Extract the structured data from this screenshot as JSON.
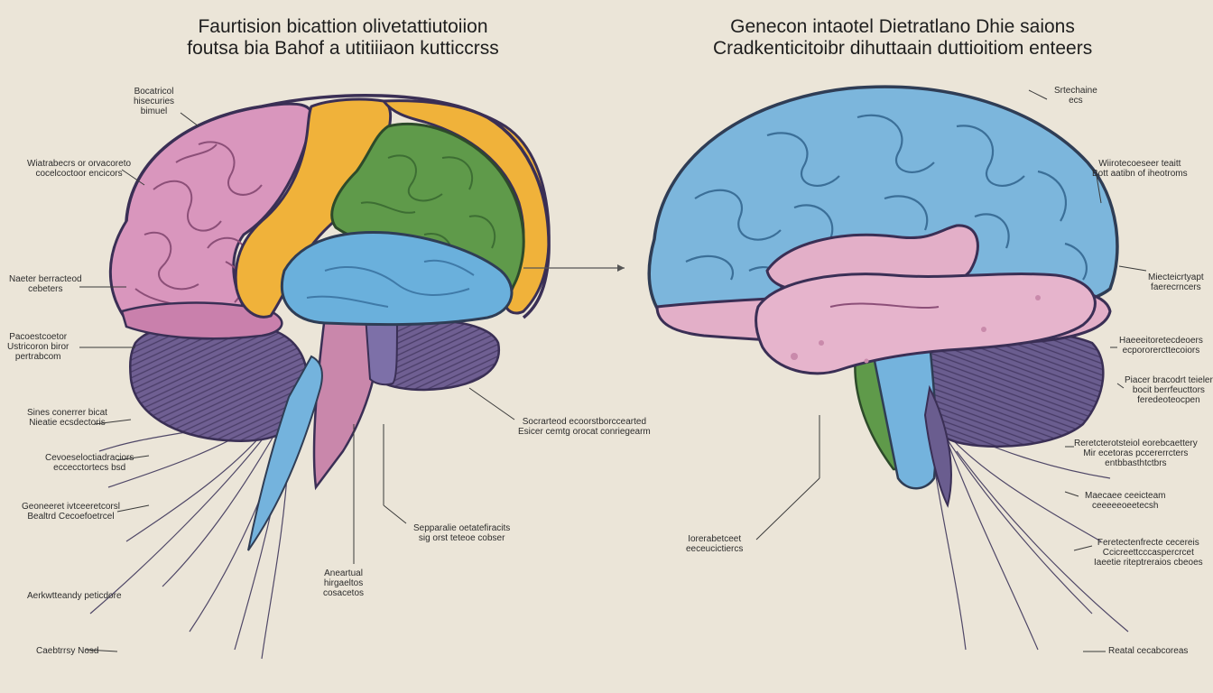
{
  "titles": {
    "left": [
      "Faurtision bicattion olivetattiutoiion",
      "foutsa bia Bahof a utitiiiaon kutticcrss"
    ],
    "right": [
      "Genecon intaotel Dietratlano Dhie saions",
      "Cradkenticitoibr dihuttaain duttioitiom enteers"
    ]
  },
  "labels_left": {
    "l1": [
      "Bocatricol",
      "hisecuries",
      "bimuel"
    ],
    "l2": [
      "Wiatrabecrs or orvacoreto",
      "cocelcoctoor encicors"
    ],
    "l3": [
      "Naeter berracteod",
      "cebeters"
    ],
    "l4": [
      "Pacoestcoetor",
      "Ustricoron biror",
      "pertrabcom"
    ],
    "l5": [
      "Sines conerrer bicat",
      "Nieatie ecsdectoris"
    ],
    "l6": [
      "Cevoeseloctiadraciors",
      "eccecctortecs bsd"
    ],
    "l7": [
      "Geoneeret ivtceeretcorsl",
      "Bealtrd Cecoefoetrcel"
    ],
    "l8": [
      "Aerkwtteandy peticdore"
    ],
    "l9": [
      "Caebtrrsy Nosd"
    ],
    "l10": [
      "Aneartual",
      "hirgaeltos",
      "cosacetos"
    ],
    "l11": [
      "Sepparalie oetatefiracits",
      "sig orst teteoe cobser"
    ],
    "center": [
      "Socrarteod ecoorstborccearted",
      "Esicer cemtg orocat conriegearm"
    ]
  },
  "labels_right": {
    "r1": [
      "Srtechaine",
      "ecs"
    ],
    "r2": [
      "Wiirotecoeseer teaitt",
      "Bott aatibn of iheotroms"
    ],
    "r3": [
      "Miecteicrtyapt",
      "faerecrncers"
    ],
    "r4": [
      "Haeeeitoretecdeoers",
      "ecpororercttecoiors"
    ],
    "r5": [
      "Piacer bracodrt teieler",
      "bocit berrfeucttors",
      "feredeoteocpen"
    ],
    "r6": [
      "Reretcterotsteiol eorebcaettery",
      "Mir ecetoras pccererrcters",
      "entbbasthtctbrs"
    ],
    "r7": [
      "Maecaee ceeicteam",
      "ceeeeeoeetecsh"
    ],
    "r8": [
      "Feretectenfrecte cecereis",
      "Ccicreettcccaspercrcet",
      "Iaeetie riteptreraios cbeoes"
    ],
    "r9": [
      "Reatal cecabcoreas"
    ],
    "mid": [
      "Iorerabetceet",
      "eeceucictiercs"
    ]
  },
  "colors": {
    "background": "#ebe5d8",
    "frontal_pink": "#d996bd",
    "parietal_yellow": "#f0b23a",
    "occipital_green": "#5f9a4a",
    "temporal_blue": "#6ab0dc",
    "cerebellum_purple": "#6b5b8e",
    "right_cortex_blue": "#7cb6dc",
    "right_limbic_pink": "#e3afc8"
  }
}
